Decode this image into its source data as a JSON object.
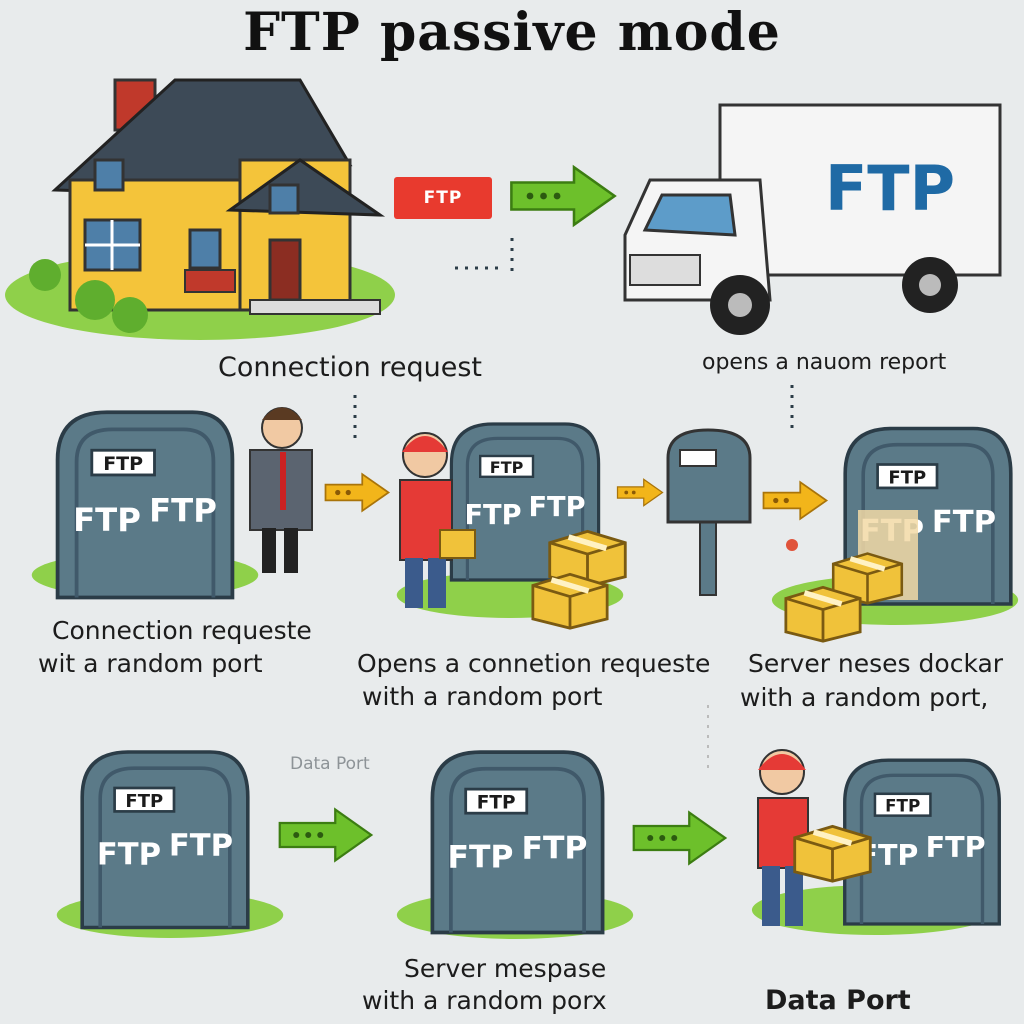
{
  "title": "FTP passive mode",
  "tag_label": "FTP",
  "truck_label": "FTP",
  "box_label": "FTP",
  "labels": {
    "connection_request": "Connection request",
    "opens_random_port": "opens a nauom report",
    "conn_request_line1": "Connection requeste",
    "conn_request_line2": "wit a random port",
    "opens_conn_line1": "Opens a connetion requeste",
    "opens_conn_line2": "with a random port",
    "server_needs_line1": "Server neses dockar",
    "server_needs_line2": "with a random port,",
    "data_port_faint": "Data Port",
    "server_response_line1": "Server mespase",
    "server_response_line2": "with a random porx",
    "data_port": "Data Port"
  },
  "colors": {
    "background": "#e8ebec",
    "box_body": "#5b7a88",
    "box_dark": "#40596a",
    "grass": "#8fd04a",
    "arrow_green": "#6dc02b",
    "arrow_orange": "#f2b51a",
    "tag_red": "#e83a2e",
    "house_wall": "#f4c43a",
    "roof": "#3d4a57",
    "package": "#f0c23a",
    "shirt_red": "#e53a36",
    "truck_text": "#1f6aa5"
  }
}
